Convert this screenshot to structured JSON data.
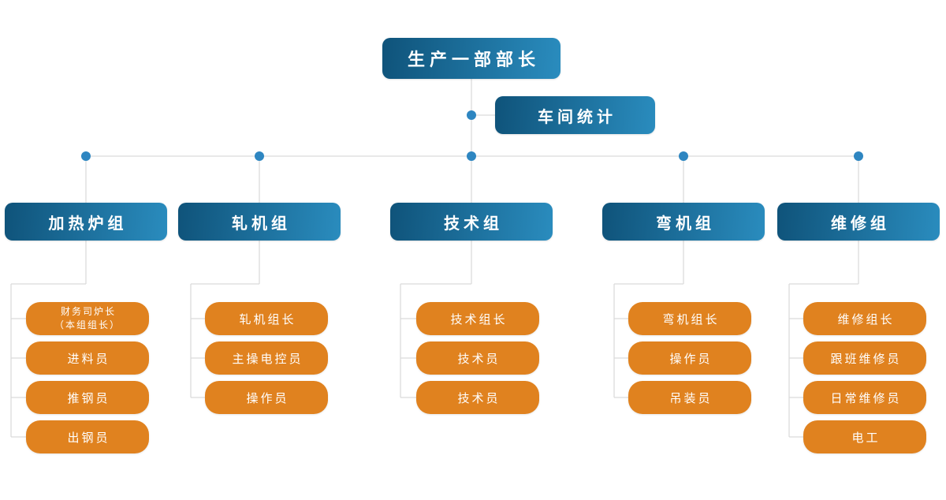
{
  "diagram_title": "production workshop organization chart",
  "root": {
    "label": "生产一部部长"
  },
  "staff": {
    "label": "车间统计"
  },
  "groups": [
    {
      "label": "加热炉组",
      "members": [
        {
          "label": "财务司炉长\n（本组组长）"
        },
        {
          "label": "进料员"
        },
        {
          "label": "推钢员"
        },
        {
          "label": "出钢员"
        }
      ]
    },
    {
      "label": "轧机组",
      "members": [
        {
          "label": "轧机组长"
        },
        {
          "label": "主操电控员"
        },
        {
          "label": "操作员"
        }
      ]
    },
    {
      "label": "技术组",
      "members": [
        {
          "label": "技术组长"
        },
        {
          "label": "技术员"
        },
        {
          "label": "技术员"
        }
      ]
    },
    {
      "label": "弯机组",
      "members": [
        {
          "label": "弯机组长"
        },
        {
          "label": "操作员"
        },
        {
          "label": "吊装员"
        }
      ]
    },
    {
      "label": "维修组",
      "members": [
        {
          "label": "维修组长"
        },
        {
          "label": "跟班维修员"
        },
        {
          "label": "日常维修员"
        },
        {
          "label": "电工"
        }
      ]
    }
  ],
  "colors": {
    "node_blue_dark": "#0f537a",
    "node_blue_light": "#2a8cbe",
    "node_orange": "#e0821f",
    "connector_dot": "#2e86c1",
    "connector_line": "#d9d9d9",
    "text": "#ffffff"
  }
}
